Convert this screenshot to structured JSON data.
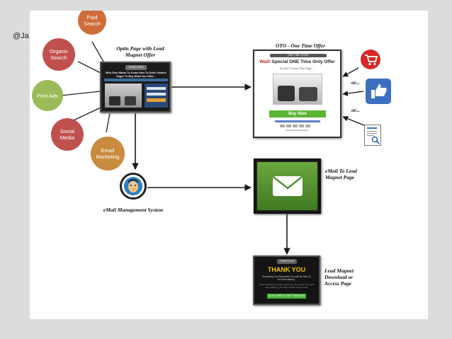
{
  "handle": "@Ja",
  "sources": [
    "Paid Search",
    "Organic Search",
    "Print Ads",
    "Social Media",
    "Email Marketing"
  ],
  "optin": {
    "caption": "Optin Page with Lead Magnet Offer",
    "logo": "YOUR LOGO",
    "headline": "Who Else Wants To Know How To Drive Visitors Eager To Buy What You Offer..."
  },
  "oto": {
    "caption": "OTO - One Time Offer",
    "top_bar": "ONE TIME OFFER",
    "wait_word": "Wait!",
    "wait_rest": " Special ONE Time Only Offer",
    "sub": "Do NOT Close This Page ...",
    "buy_label": "Buy Now"
  },
  "or_labels": [
    "or...",
    "or..."
  ],
  "email_to_lead": "eMail To Lead Magnet Page",
  "email_system": "eMail Management System",
  "lead_magnet": "Lead Magnet Download or Access Page",
  "thanks": {
    "logo": "YOUR LOGO",
    "title": "THANK YOU",
    "line1": "Everything You Requested You Will Be Sent To You Immediately...",
    "line2": "Please whitelist our email to make sure you receive our emails and updates in your inbox instead of spam folder",
    "button": "CLICK HERE TO GET FREE NOW"
  },
  "colors": {
    "source_circle": "#c0504d",
    "accent_green": "#5ab534",
    "thank_you_gold": "#f2c200"
  },
  "icons": [
    "shopping-cart-icon",
    "thumbs-up-icon",
    "document-search-icon",
    "envelope-icon",
    "mailchimp-icon"
  ]
}
